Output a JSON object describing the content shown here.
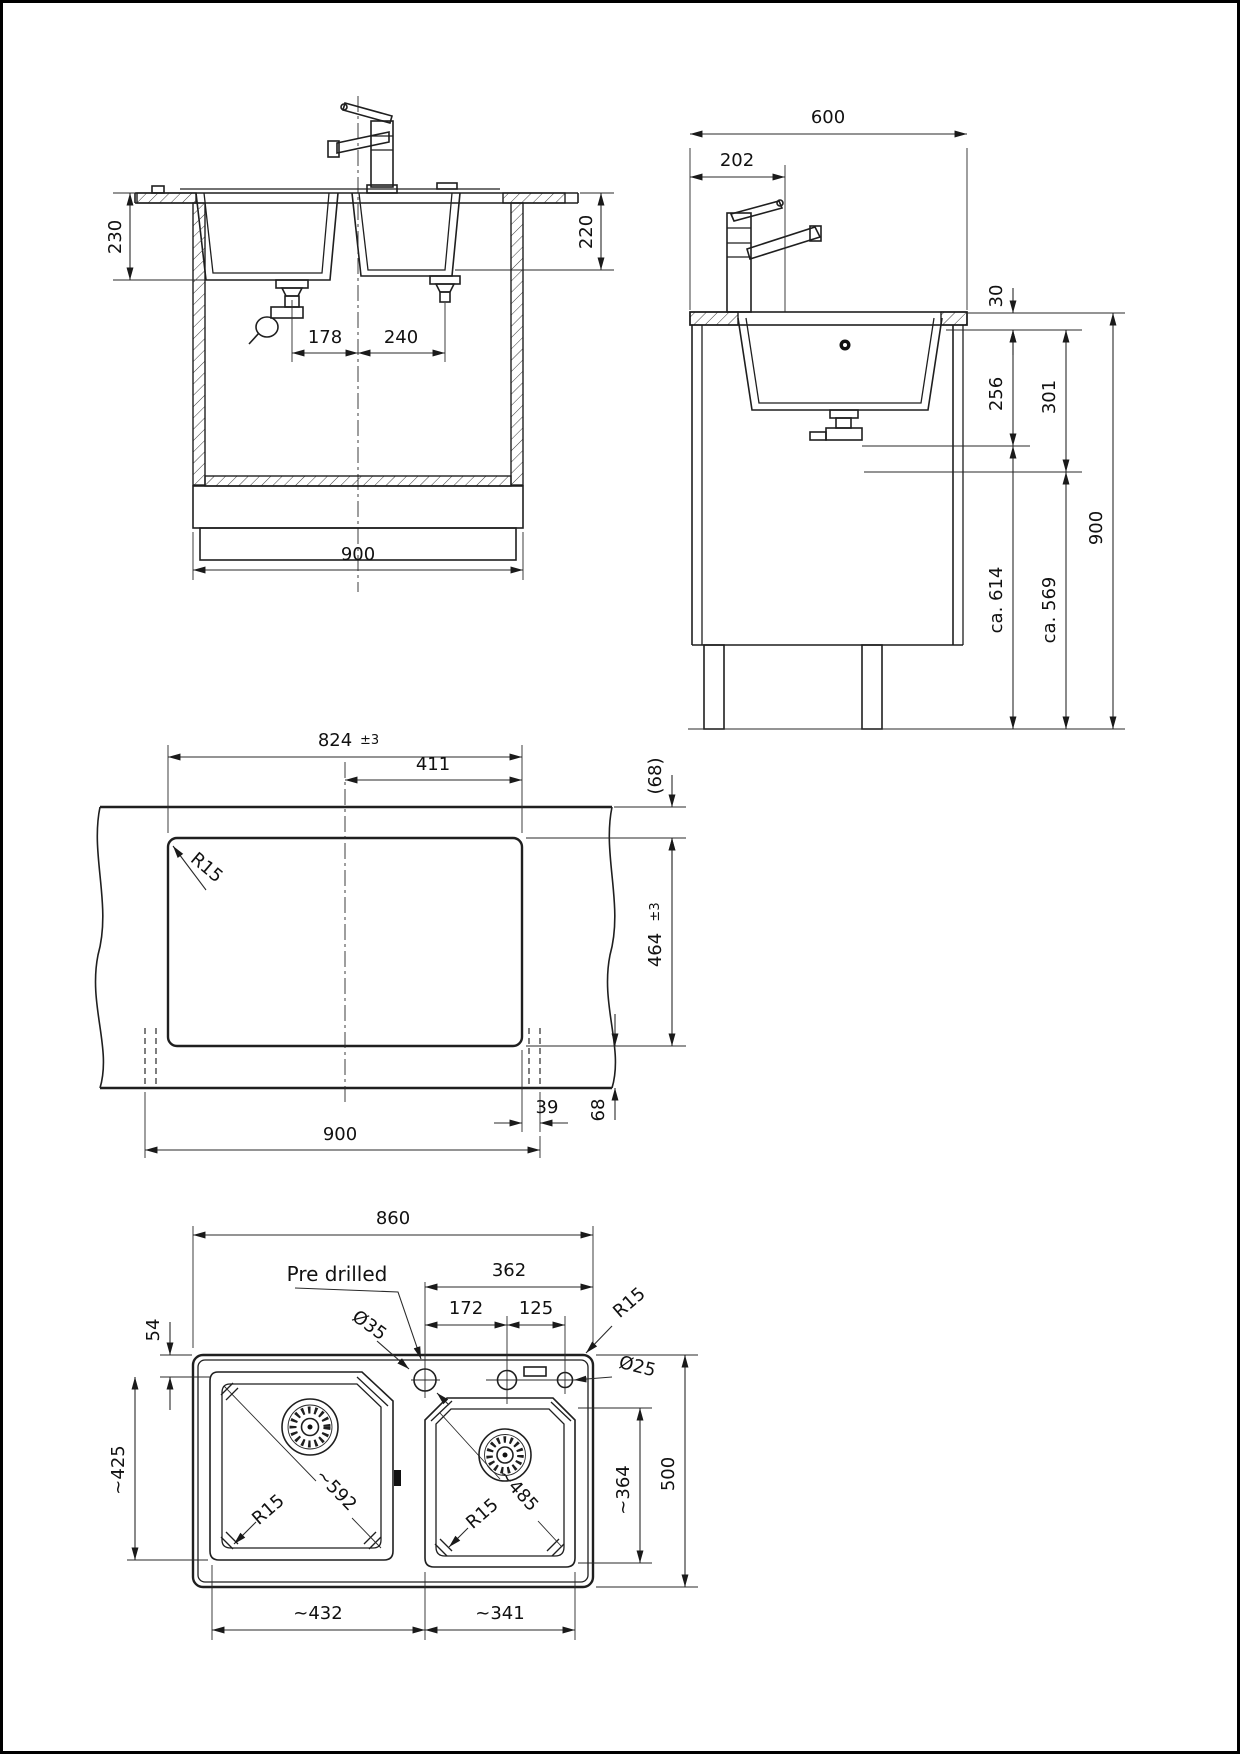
{
  "page": {
    "background": "#ffffff",
    "border_color": "#000000",
    "line_color": "#1f1f1f"
  },
  "views": {
    "front_section": {
      "bowl_depth_left": "230",
      "bowl_depth_right": "220",
      "drain_offset_left": "178",
      "drain_offset_right": "240",
      "cabinet_width": "900"
    },
    "side_section": {
      "counter_depth": "600",
      "tap_hole_offset": "202",
      "rim_height": "30",
      "bowl_depth": "256",
      "outlet_depth": "301",
      "worktop_height": "900",
      "clearance_bowl": "ca. 614",
      "clearance_outlet": "ca. 569"
    },
    "cutout_plan": {
      "cutout_width": "824",
      "cutout_width_tol": "±3",
      "center_to_edge": "411",
      "edge_distance_ref": "(68)",
      "corner_radius": "R15",
      "cutout_depth": "464",
      "cutout_depth_tol": "±3",
      "right_offset": "39",
      "edge_distance": "68",
      "cabinet_width": "900"
    },
    "sink_plan": {
      "overall_width": "860",
      "predrilled_label": "Pre drilled",
      "tap_ledge_width": "362",
      "tap_hole_spacing_left": "172",
      "tap_hole_spacing_right": "125",
      "corner_radius_top_right": "R15",
      "tap_hole_dia": "Ø35",
      "aux_hole_dia": "Ø25",
      "rim_width": "54",
      "left_bowl_depth": "~425",
      "left_bowl_diagonal": "~592",
      "left_bowl_radius": "R15",
      "left_bowl_width": "~432",
      "right_bowl_diagonal": "~485",
      "right_bowl_radius": "R15",
      "right_bowl_depth": "~364",
      "overall_depth": "500",
      "right_bowl_width": "~341"
    }
  }
}
